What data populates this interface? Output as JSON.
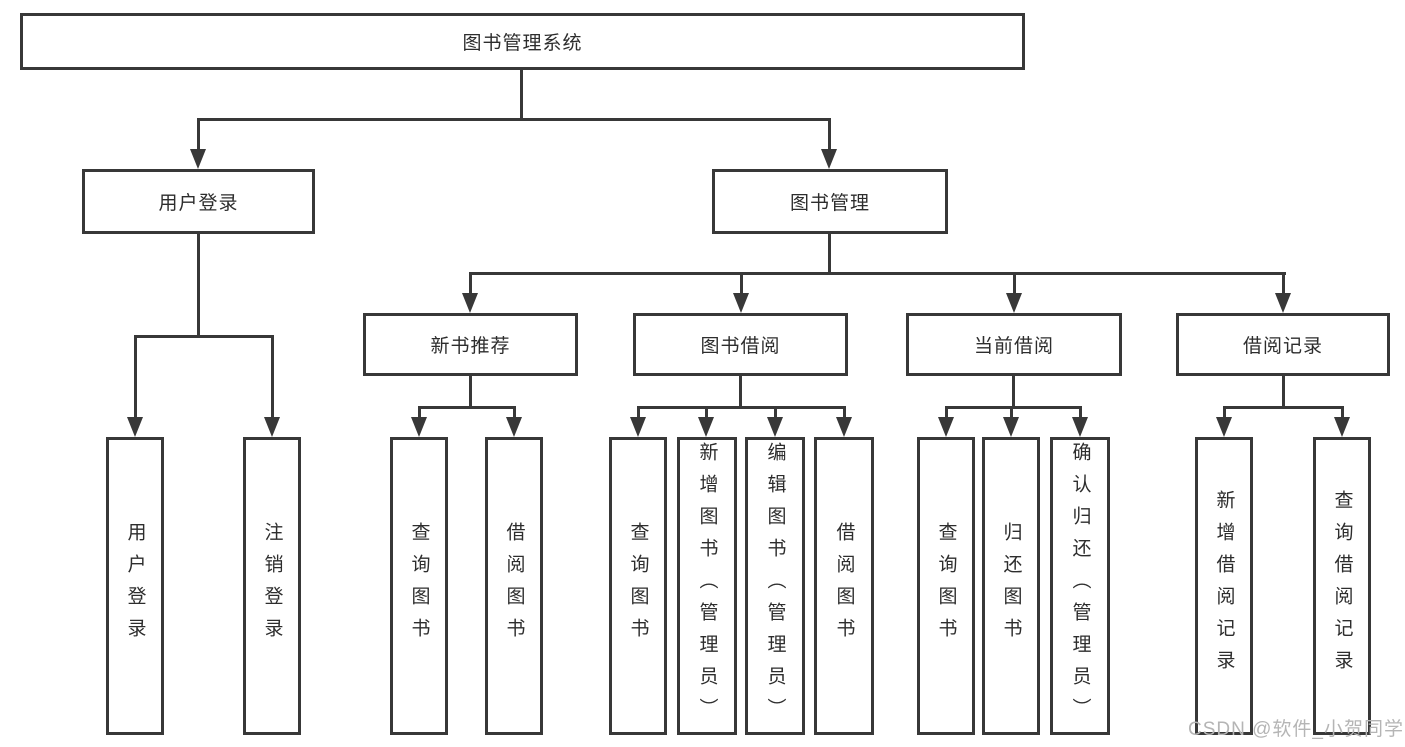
{
  "title": "图书管理系统",
  "watermark": "CSDN @软件_小贺同学",
  "colors": {
    "line": "#383838",
    "text": "#2d2d2d",
    "background": "#ffffff",
    "watermark": "#b5b5b5"
  },
  "tree": {
    "root": "图书管理系统",
    "children": [
      {
        "label": "用户登录",
        "children": [
          "用户登录",
          "注销登录"
        ]
      },
      {
        "label": "图书管理",
        "children": [
          {
            "label": "新书推荐",
            "children": [
              "查询图书",
              "借阅图书"
            ]
          },
          {
            "label": "图书借阅",
            "children": [
              "查询图书",
              "新增图书（管理员）",
              "编辑图书（管理员）",
              "借阅图书"
            ]
          },
          {
            "label": "当前借阅",
            "children": [
              "查询图书",
              "归还图书",
              "确认归还（管理员）"
            ]
          },
          {
            "label": "借阅记录",
            "children": [
              "新增借阅记录",
              "查询借阅记录"
            ]
          }
        ]
      }
    ]
  }
}
